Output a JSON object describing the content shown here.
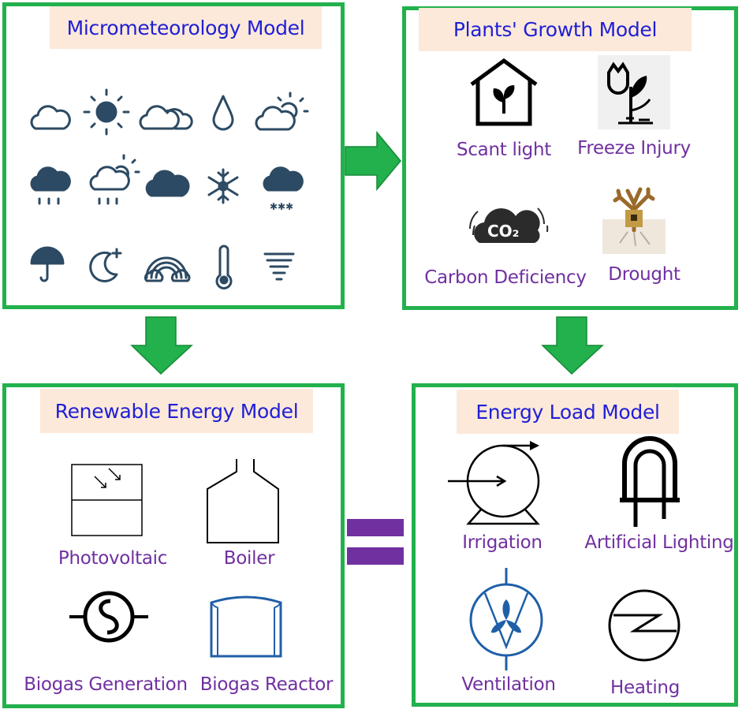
{
  "panels": {
    "micro": {
      "title": "Micrometeorology Model"
    },
    "plants": {
      "title": "Plants' Growth Model",
      "labels": [
        "Scant light",
        "Freeze Injury",
        "Carbon Deficiency",
        "Drought"
      ],
      "co2_text": "CO₂"
    },
    "renewable": {
      "title": "Renewable Energy Model",
      "labels": [
        "Photovoltaic",
        "Boiler",
        "Biogas Generation",
        "Biogas Reactor"
      ]
    },
    "load": {
      "title": "Energy Load Model",
      "labels": [
        "Irrigation",
        "Artificial Lighting",
        "Ventilation",
        "Heating"
      ]
    }
  },
  "weather_icons": [
    "cloud-icon",
    "sun-icon",
    "double-cloud-icon",
    "raindrop-icon",
    "cloud-sun-icon",
    "rain-cloud-icon",
    "sun-cloud-rain-icon",
    "dark-cloud-icon",
    "snowflake-icon",
    "snow-cloud-icon",
    "umbrella-icon",
    "crescent-moon-icon",
    "rainbow-icon",
    "thermometer-icon",
    "tornado-icon"
  ],
  "colors": {
    "panel_border": "#22b14c",
    "arrow": "#22b14c",
    "title_bg": "#fde9d9",
    "title_text": "#1f1fd6",
    "label_text": "#7030a0",
    "equals": "#7030a0",
    "weather_icon": "#2c4a63",
    "ventilation_blue": "#1f5fa8"
  }
}
